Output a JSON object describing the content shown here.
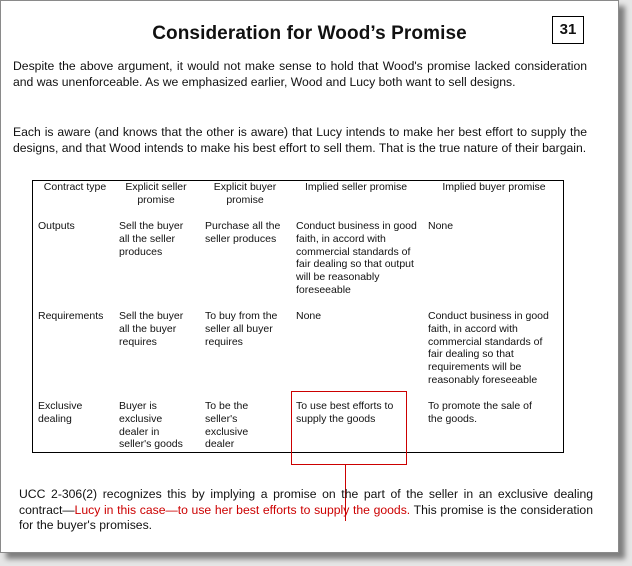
{
  "slide": {
    "title": "Consideration for Wood’s Promise",
    "number": "31"
  },
  "paragraphs": {
    "p1": "Despite the above argument, it would not make sense to hold that Wood's promise lacked consideration and was unenforceable. As we emphasized earlier, Wood and Lucy both want to sell designs.",
    "p2": "Each is aware (and knows that the other is aware) that Lucy intends to make her best effort to supply the designs, and that Wood intends to make his best effort to sell them. That is the true nature of their bargain."
  },
  "table": {
    "headers": [
      "Contract type",
      "Explicit seller promise",
      "Explicit buyer promise",
      "Implied seller promise",
      "Implied buyer promise"
    ],
    "rows": [
      [
        "Outputs",
        "Sell the buyer all the seller produces",
        "Purchase all the seller produces",
        "Conduct business in good faith, in accord with commercial standards of fair dealing so that output will be reasonably foreseeable",
        "None"
      ],
      [
        "Requirements",
        "Sell the buyer all the buyer requires",
        "To buy from the seller all buyer requires",
        "None",
        "Conduct business in good faith, in accord with commercial standards of fair dealing so that requirements will be reasonably foreseeable"
      ],
      [
        "Exclusive dealing",
        "Buyer is exclusive dealer in seller's goods",
        "To be the seller's exclusive dealer",
        "To use best efforts to supply the goods",
        "To promote the sale of the goods."
      ]
    ]
  },
  "footer": {
    "before": "UCC 2-306(2) recognizes this by implying a promise on the part of the seller in an exclusive dealing contract—",
    "highlight": "Lucy in this case—to use her best efforts to supply the goods.",
    "after": " This promise is the consideration for the buyer's promises."
  },
  "colors": {
    "highlight": "#cc0000",
    "text": "#111111",
    "background": "#ffffff"
  }
}
